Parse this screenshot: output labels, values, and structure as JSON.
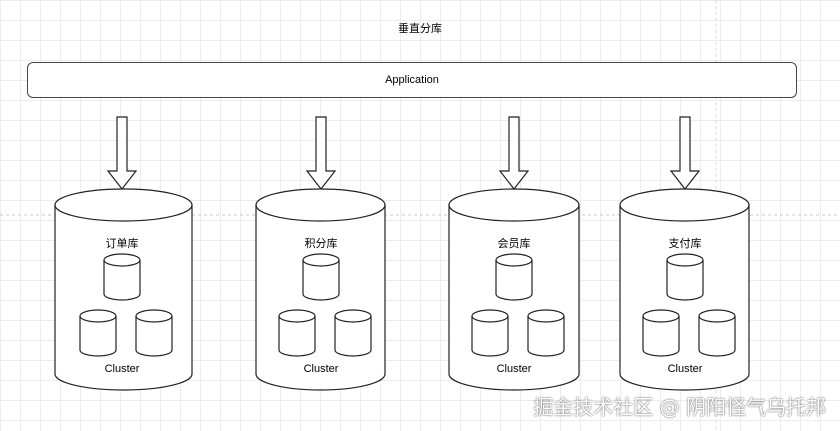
{
  "title": "垂直分库",
  "application": {
    "label": "Application"
  },
  "databases": [
    {
      "name": "订单库",
      "cluster_label": "Cluster"
    },
    {
      "name": "积分库",
      "cluster_label": "Cluster"
    },
    {
      "name": "会员库",
      "cluster_label": "Cluster"
    },
    {
      "name": "支付库",
      "cluster_label": "Cluster"
    }
  ],
  "watermark": "掘金技术社区 @ 阴阳怪气乌托邦"
}
